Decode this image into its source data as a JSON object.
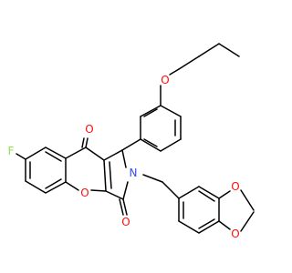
{
  "structure": {
    "atom_labels": {
      "oxygen_ether": "O",
      "ketone_top": "O",
      "ketone_lactam": "O",
      "fluorine": "F",
      "nitrogen": "N",
      "chromene_oxygen": "O",
      "dioxole_o1": "O",
      "dioxole_o2": "O"
    },
    "colors": {
      "bond": "#000000",
      "oxygen": "#ff0d0d",
      "nitrogen": "#3050f8",
      "fluorine": "#90e050"
    }
  }
}
